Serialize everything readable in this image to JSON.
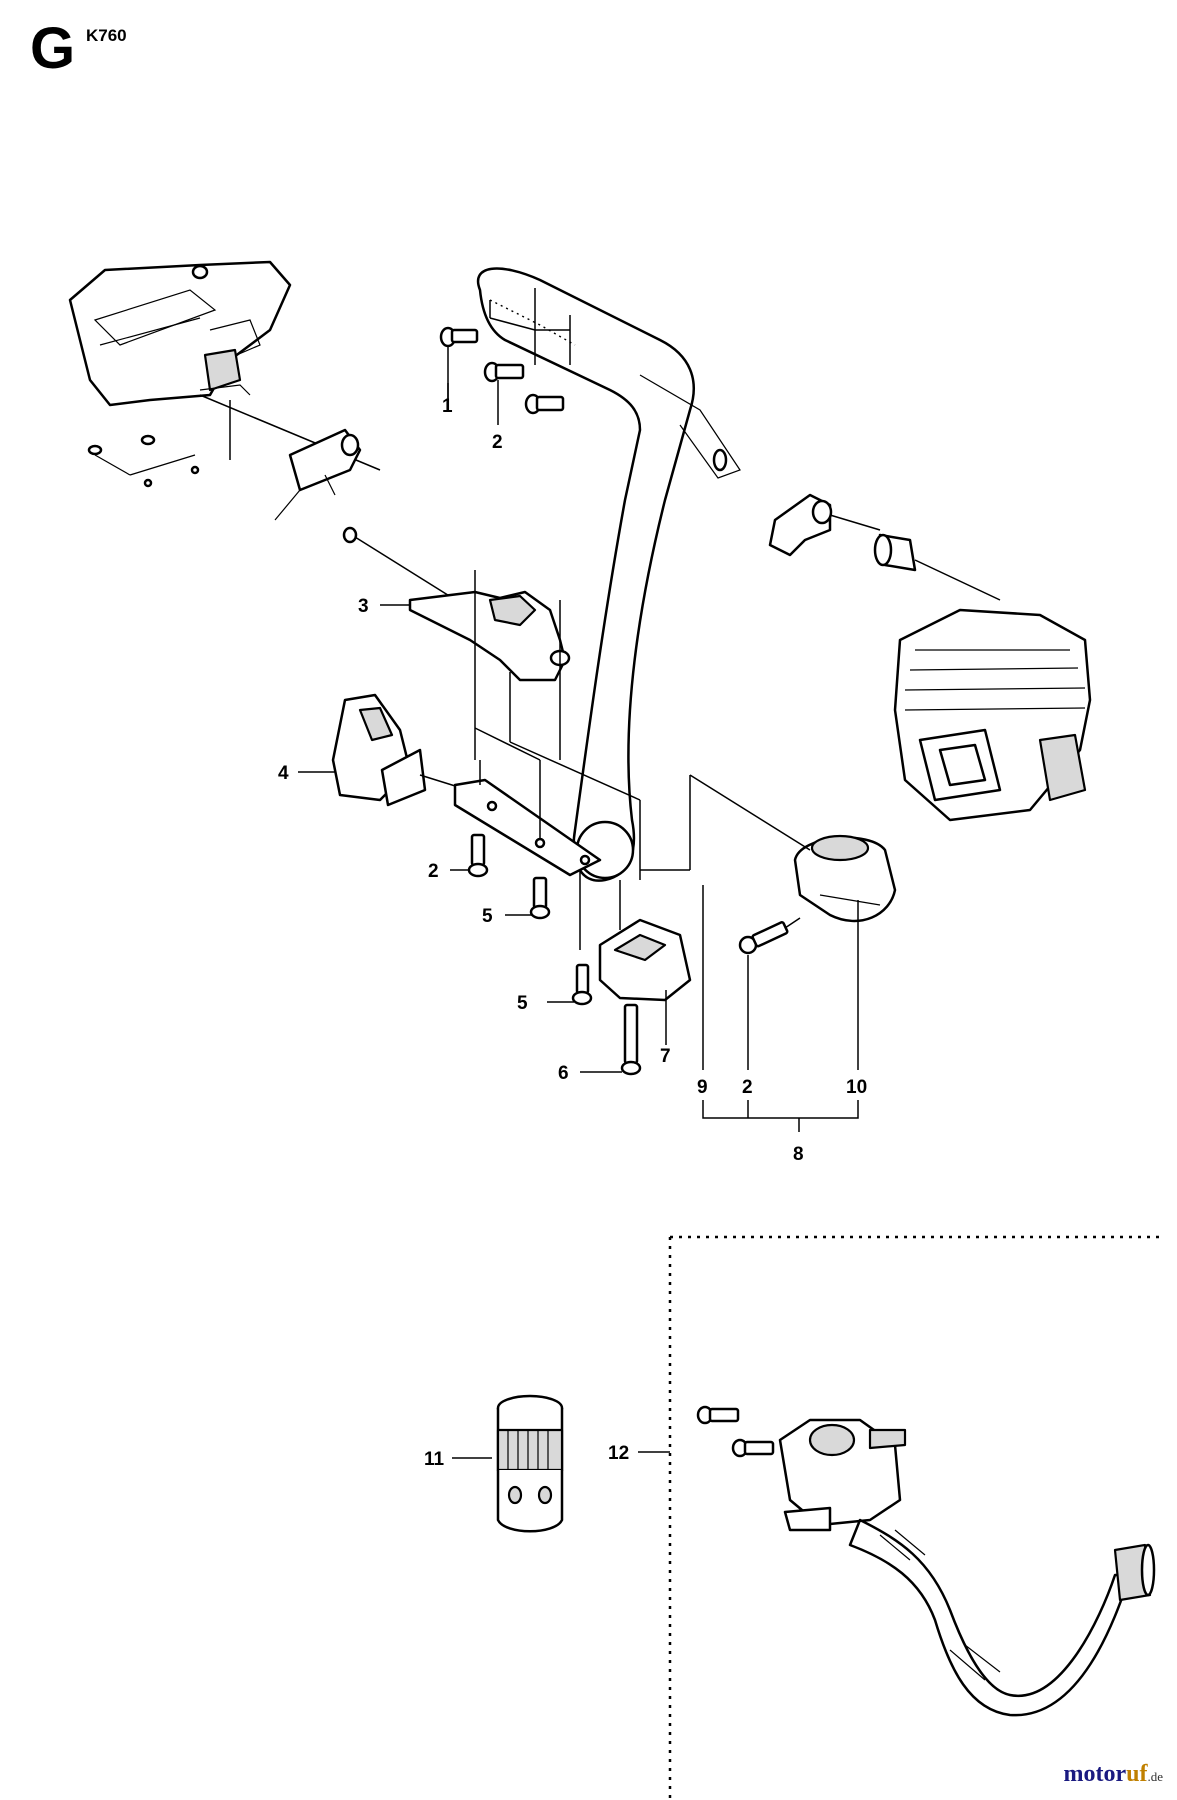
{
  "header": {
    "section_letter": "G",
    "model": "K760"
  },
  "callouts": {
    "p1": "1",
    "p2a": "2",
    "p3": "3",
    "p4": "4",
    "p2b": "2",
    "p5a": "5",
    "p5b": "5",
    "p6": "6",
    "p7": "7",
    "p9": "9",
    "p2c": "2",
    "p10": "10",
    "p8": "8",
    "p11": "11",
    "p12": "12"
  },
  "watermark": {
    "brand_a": "motor",
    "brand_b": "uf",
    "suffix": ".de",
    "color_a": "#1a1a80",
    "color_b": "#c08000"
  }
}
